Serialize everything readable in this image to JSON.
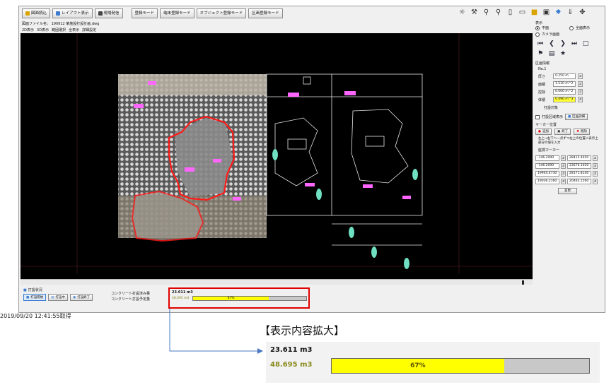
{
  "toolbar": {
    "buttons": [
      "図面読込",
      "レイアウト表示",
      "現場発信",
      "登録モード",
      "端末登録モード",
      "オブジェクト登録モード",
      "区画登録モード"
    ],
    "icons": [
      "lightbulb-icon",
      "wrench-icon",
      "search-icon",
      "search-minus-icon",
      "file-icon",
      "file-open-icon",
      "folder-icon",
      "save-icon",
      "settings-icon",
      "down-arrow-icon",
      "move-icon"
    ]
  },
  "file_line": "図面ファイル名： 190912 某施設打設計画.dwg",
  "menu": [
    "2D表示",
    "3D表示",
    "範囲選択",
    "全表示",
    "詳細設定"
  ],
  "panel": {
    "display_label": "表示",
    "radio_plan": "平面",
    "radio_all": "全面表示",
    "radio_selected": "カメラ画面",
    "section_info": "区画情報",
    "no_label": "No.1",
    "thickness_label": "厚さ",
    "thickness_value": "0.250 m",
    "area_label": "面積",
    "area_value": "1.510 m^2",
    "deduct_label": "控除",
    "deduct_value": "0.000 m^2",
    "volume_label": "体積",
    "volume_value": "0.490 m^3",
    "target_label": "打設対象",
    "check_label": "打設区域表示",
    "detail_button": "区画詳細",
    "marker_label": "マーカー位置",
    "add_button": "追加",
    "finish_button": "終了",
    "delete_button": "削除",
    "note": "左上→右下へ一点ずつ左上の位置に表示上部分の値を入力",
    "coord_label": "座標マーカー",
    "coords": [
      "-146.2090",
      "28415.4050",
      "-146.2090",
      "23676.1020",
      "19944.4730",
      "28171.8140",
      "19036.2160",
      "20462.1560"
    ],
    "apply_button": "変更"
  },
  "bottom": {
    "section_title": "打設状況",
    "btn_start": "打設開始",
    "btn_mid": "打設中",
    "btn_end": "打設終了",
    "label_planned": "コンクリート打設済み量",
    "label_total": "コンクリート打設予定量",
    "value_done": "23.611 m3",
    "value_total": "48.695 m3",
    "percent_text": "67%",
    "percent": 0.67
  },
  "timestamp": "2019/09/20 12:41:55取得",
  "zoom": {
    "title": "【表示内容拡大】",
    "value_done": "23.611 m3",
    "value_total": "48.695 m3",
    "percent_text": "67%",
    "percent": 0.67
  },
  "colors": {
    "highlight": "#e00000",
    "progress_fill": "#ffff00",
    "progress_track": "#c8c8c8",
    "accent_text": "#8a8a1e",
    "arrow": "#4a78c2"
  }
}
